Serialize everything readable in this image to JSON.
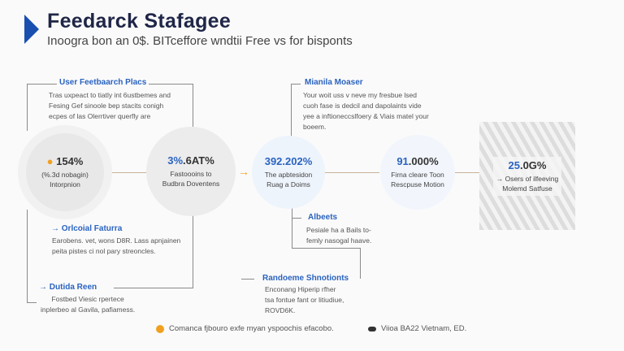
{
  "header": {
    "title": "Feedarck Stafagee",
    "subtitle": "Inoogra bon an 0$. BITceffore wndtii Free vs for bisponts"
  },
  "sections": {
    "user_feedback": {
      "title": "User Feetbaarch Placs",
      "lines": [
        "Tras uxpeact to tiatly int 6ustbemes and",
        "Fesing Gef sinoole bep stacits conigh",
        "ecpes of las Olerrtiver querfly are"
      ]
    },
    "mianila": {
      "title": "Mianila Moaser",
      "lines": [
        "Your woit uss v neve my fresbue lsed",
        "cuoh fase is dedcil and dapolaints vide",
        "yee a inftioneccslfoery & Viais matel your",
        "boeem."
      ]
    },
    "oricoial": {
      "title": "Orlcoial Faturra",
      "lines": [
        "Earobens. vet, wons D8R. Lass apnjainen",
        "peita pistes ci nol pary streoncles."
      ]
    },
    "dutida": {
      "title": "Dutida Reen",
      "lines": [
        "Fostbed Viesic rpertece",
        "inplerbeo al Gavila, pafiamess."
      ]
    },
    "albeets": {
      "title": "Albeets",
      "lines": [
        "Pesiale ha a Bails to-",
        "femly nasogal haave."
      ]
    },
    "randoeme": {
      "title": "Randoeme Shnotionts",
      "lines": [
        "Enconang Hiperip rfher",
        "tsa fontue fant or litiudiue,",
        "ROVD6K."
      ]
    }
  },
  "nodes": [
    {
      "prefix": "",
      "value": "154%",
      "lines": [
        "(%.3d nobagin)",
        "Intorpnion"
      ]
    },
    {
      "prefix": "3%",
      "value": ".6AT%",
      "lines": [
        "Fastoooins to",
        "Budbra Doventens"
      ]
    },
    {
      "prefix": "392.202%",
      "value": "",
      "lines": [
        "The apbtesidon",
        "Ruag a Doims"
      ]
    },
    {
      "prefix": "91",
      "value": ".000%",
      "lines": [
        "Firna cleare Toon",
        "Rescpuse Motion"
      ]
    },
    {
      "prefix": "25",
      "value": ".0G%",
      "lines": [
        "→ Osers of ilfeeving",
        "Molemd Satfuse"
      ]
    }
  ],
  "footer": {
    "left": "Comanca fjbouro exfe myan yspoochis efacobo.",
    "right": "Viioa BA22 Vietnam, ED."
  },
  "colors": {
    "accent": "#2a63c0",
    "orange": "#f0a020",
    "title": "#1f2647"
  }
}
